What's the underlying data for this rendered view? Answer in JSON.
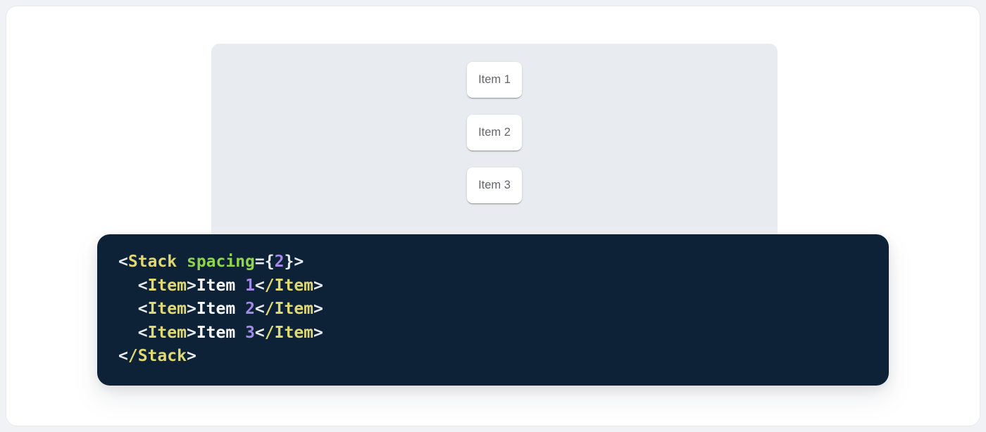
{
  "demo_panel": {
    "items": [
      "Item 1",
      "Item 2",
      "Item 3"
    ]
  },
  "code_block": {
    "language": "jsx",
    "plain_text": "<Stack spacing={2}>\n  <Item>Item 1</Item>\n  <Item>Item 2</Item>\n  <Item>Item 3</Item>\n</Stack>",
    "lines": [
      {
        "tokens": [
          {
            "text": "<",
            "type": "punct"
          },
          {
            "text": "Stack",
            "type": "tag"
          },
          {
            "text": " ",
            "type": "plain"
          },
          {
            "text": "spacing",
            "type": "attr"
          },
          {
            "text": "=",
            "type": "punct"
          },
          {
            "text": "{",
            "type": "punct"
          },
          {
            "text": "2",
            "type": "number"
          },
          {
            "text": "}",
            "type": "punct"
          },
          {
            "text": ">",
            "type": "punct"
          }
        ]
      },
      {
        "tokens": [
          {
            "text": "  ",
            "type": "plain"
          },
          {
            "text": "<",
            "type": "punct"
          },
          {
            "text": "Item",
            "type": "tag"
          },
          {
            "text": ">",
            "type": "punct"
          },
          {
            "text": "Item ",
            "type": "plain"
          },
          {
            "text": "1",
            "type": "number"
          },
          {
            "text": "<",
            "type": "punct"
          },
          {
            "text": "/Item",
            "type": "tag"
          },
          {
            "text": ">",
            "type": "punct"
          }
        ]
      },
      {
        "tokens": [
          {
            "text": "  ",
            "type": "plain"
          },
          {
            "text": "<",
            "type": "punct"
          },
          {
            "text": "Item",
            "type": "tag"
          },
          {
            "text": ">",
            "type": "punct"
          },
          {
            "text": "Item ",
            "type": "plain"
          },
          {
            "text": "2",
            "type": "number"
          },
          {
            "text": "<",
            "type": "punct"
          },
          {
            "text": "/Item",
            "type": "tag"
          },
          {
            "text": ">",
            "type": "punct"
          }
        ]
      },
      {
        "tokens": [
          {
            "text": "  ",
            "type": "plain"
          },
          {
            "text": "<",
            "type": "punct"
          },
          {
            "text": "Item",
            "type": "tag"
          },
          {
            "text": ">",
            "type": "punct"
          },
          {
            "text": "Item ",
            "type": "plain"
          },
          {
            "text": "3",
            "type": "number"
          },
          {
            "text": "<",
            "type": "punct"
          },
          {
            "text": "/Item",
            "type": "tag"
          },
          {
            "text": ">",
            "type": "punct"
          }
        ]
      },
      {
        "tokens": [
          {
            "text": "<",
            "type": "punct"
          },
          {
            "text": "/Stack",
            "type": "tag"
          },
          {
            "text": ">",
            "type": "punct"
          }
        ]
      }
    ]
  },
  "colors": {
    "page_bg": "#f0f2f5",
    "card_bg": "#ffffff",
    "card_border": "#e6e9ed",
    "panel_bg": "#e8ebf0",
    "item_bg": "#ffffff",
    "item_text": "#63676d",
    "code_bg": "#0d2137",
    "token_punct": "#e8ebee",
    "token_plain": "#f4f6f8",
    "token_tag": "#e0d973",
    "token_attr": "#90d44b",
    "token_number": "#a28be8"
  }
}
